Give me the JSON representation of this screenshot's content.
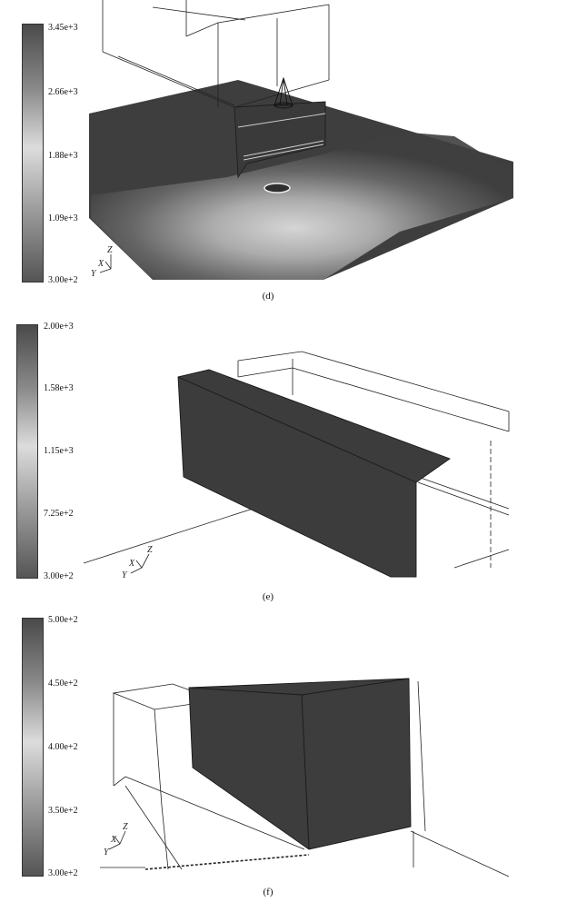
{
  "panels": [
    {
      "caption": "(d)",
      "ticks": [
        "3.45e+3",
        "2.66e+3",
        "1.88e+3",
        "1.09e+3",
        "3.00e+2"
      ],
      "axes": {
        "z": "Z",
        "x": "X",
        "y": "Y"
      }
    },
    {
      "caption": "(e)",
      "ticks": [
        "2.00e+3",
        "1.58e+3",
        "1.15e+3",
        "7.25e+2",
        "3.00e+2"
      ],
      "axes": {
        "z": "Z",
        "x": "X",
        "y": "Y"
      }
    },
    {
      "caption": "(f)",
      "ticks": [
        "5.00e+2",
        "4.50e+2",
        "4.00e+2",
        "3.50e+2",
        "3.00e+2"
      ],
      "axes": {
        "z": "Z",
        "x": "X",
        "y": "Y"
      }
    }
  ],
  "colors": {
    "surface": "#3d3d3d",
    "colorbar_top": "#4a4a4a",
    "colorbar_mid": "#d8d8d8",
    "colorbar_bottom": "#5a5a5a",
    "wire": "#222222"
  }
}
